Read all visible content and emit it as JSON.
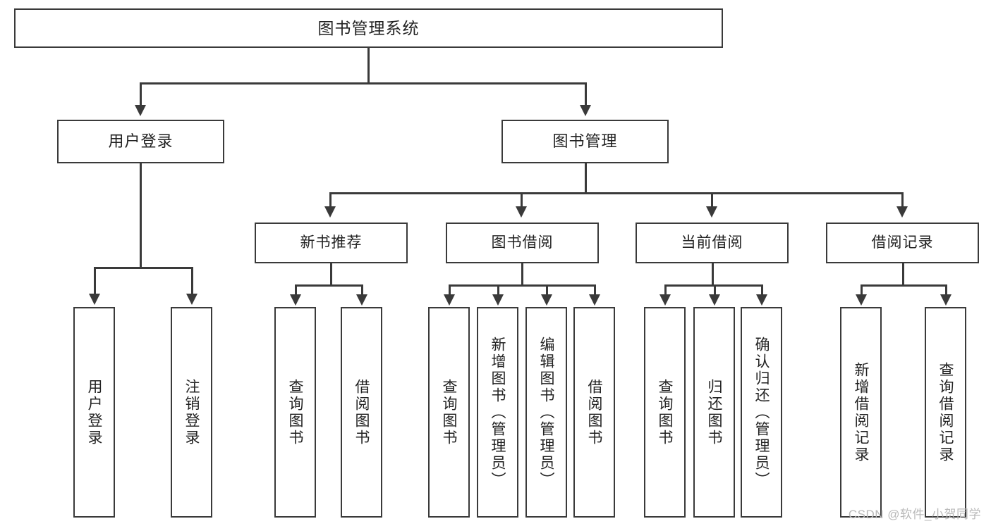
{
  "diagram": {
    "type": "tree",
    "title": "图书管理系统",
    "watermark": "CSDN @软件_小贺同学",
    "nodes": {
      "root": {
        "label": "图书管理系统"
      },
      "tier2": [
        {
          "id": "user_login",
          "label": "用户登录"
        },
        {
          "id": "book_manage",
          "label": "图书管理"
        }
      ],
      "tier3": [
        {
          "id": "new_book_rec",
          "label": "新书推荐"
        },
        {
          "id": "book_borrow",
          "label": "图书借阅"
        },
        {
          "id": "current_borrow",
          "label": "当前借阅"
        },
        {
          "id": "borrow_record",
          "label": "借阅记录"
        }
      ],
      "leaves": {
        "user_login": [
          {
            "id": "leaf_user_login",
            "label": "用户登录"
          },
          {
            "id": "leaf_logout",
            "label": "注销登录"
          }
        ],
        "new_book_rec": [
          {
            "id": "leaf_query_book_1",
            "label": "查询图书"
          },
          {
            "id": "leaf_borrow_book_1",
            "label": "借阅图书"
          }
        ],
        "book_borrow": [
          {
            "id": "leaf_query_book_2",
            "label": "查询图书"
          },
          {
            "id": "leaf_add_book",
            "label": "新增图书（管理员）"
          },
          {
            "id": "leaf_edit_book",
            "label": "编辑图书（管理员）"
          },
          {
            "id": "leaf_borrow_book_2",
            "label": "借阅图书"
          }
        ],
        "current_borrow": [
          {
            "id": "leaf_query_book_3",
            "label": "查询图书"
          },
          {
            "id": "leaf_return_book",
            "label": "归还图书"
          },
          {
            "id": "leaf_confirm_return",
            "label": "确认归还（管理员）"
          }
        ],
        "borrow_record": [
          {
            "id": "leaf_add_record",
            "label": "新增借阅记录"
          },
          {
            "id": "leaf_query_record",
            "label": "查询借阅记录"
          }
        ]
      }
    },
    "colors": {
      "stroke": "#3a3a3a",
      "fill": "#ffffff",
      "text": "#222222",
      "watermark": "#b9b9b9"
    }
  }
}
